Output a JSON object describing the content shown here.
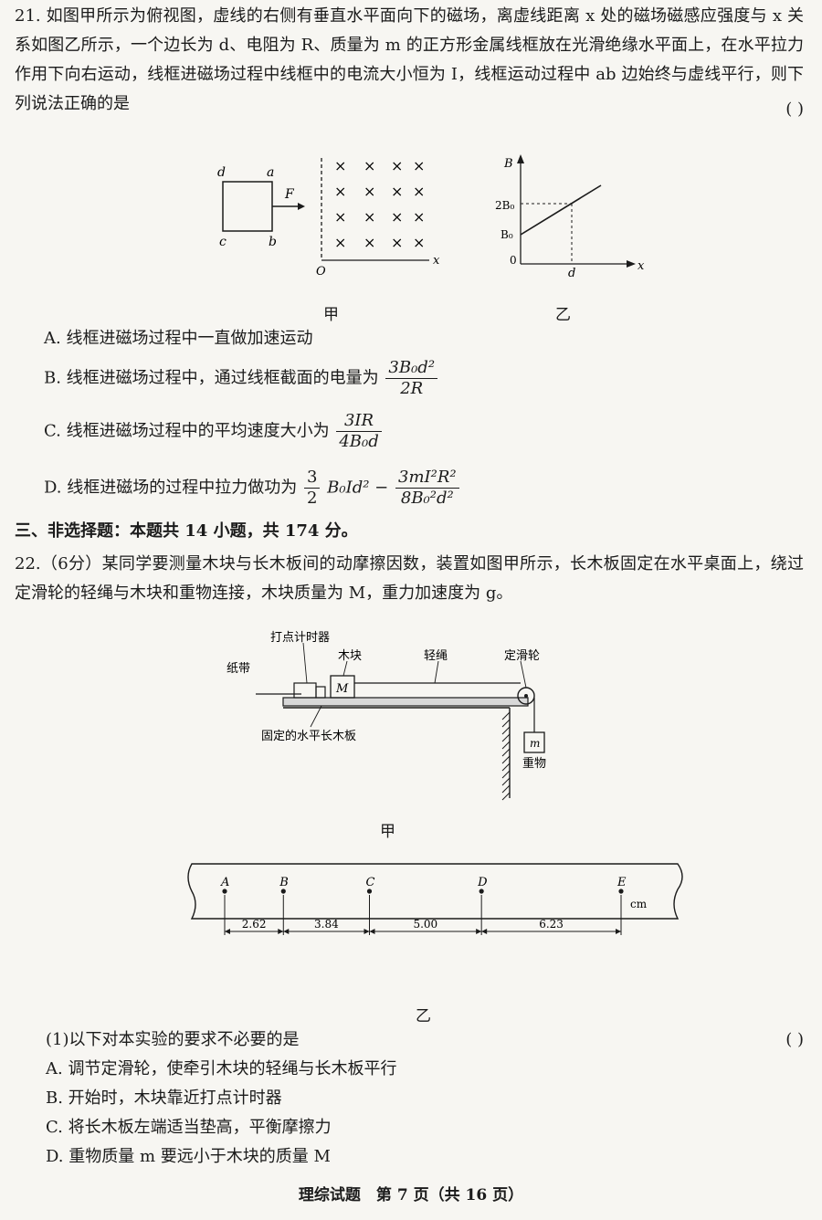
{
  "q21": {
    "text": "21. 如图甲所示为俯视图，虚线的右侧有垂直水平面向下的磁场，离虚线距离 x 处的磁场磁感应强度与 x 关系如图乙所示，一个边长为 d、电阻为 R、质量为 m 的正方形金属线框放在光滑绝缘水平面上，在水平拉力作用下向右运动，线框进磁场过程中线框中的电流大小恒为 I，线框运动过程中 ab 边始终与虚线平行，则下列说法正确的是",
    "bracket": "(      )",
    "fig_jia": {
      "corner_d": "d",
      "corner_a": "a",
      "corner_c": "c",
      "corner_b": "b",
      "force": "F",
      "origin": "O",
      "axis_x": "x",
      "field_mark": "×",
      "caption": "甲"
    },
    "fig_yi": {
      "axis_y": "B",
      "tick_2b0": "2B₀",
      "tick_b0": "B₀",
      "origin": "0",
      "tick_d": "d",
      "axis_x": "x",
      "caption": "乙"
    },
    "options": {
      "A": "A. 线框进磁场过程中一直做加速运动",
      "B_prefix": "B. 线框进磁场过程中，通过线框截面的电量为",
      "B_num": "3B₀d²",
      "B_den": "2R",
      "C_prefix": "C. 线框进磁场过程中的平均速度大小为",
      "C_num": "3IR",
      "C_den": "4B₀d",
      "D_prefix": "D. 线框进磁场的过程中拉力做功为",
      "D_f1_num": "3",
      "D_f1_den": "2",
      "D_mid": "B₀Id² −",
      "D_f2_num": "3mI²R²",
      "D_f2_den": "8B₀²d²"
    }
  },
  "section3": "三、非选择题：本题共 14 小题，共 174 分。",
  "q22": {
    "text": "22.（6分）某同学要测量木块与长木板间的动摩擦因数，装置如图甲所示，长木板固定在水平桌面上，绕过定滑轮的轻绳与木块和重物连接，木块质量为 M，重力加速度为 g。",
    "apparatus": {
      "timer": "打点计时器",
      "tape": "纸带",
      "block": "木块",
      "block_mass": "M",
      "rope": "轻绳",
      "pulley": "定滑轮",
      "board": "固定的水平长木板",
      "weight": "重物",
      "weight_mass": "m",
      "caption": "甲"
    },
    "tape_fig": {
      "points": [
        "A",
        "B",
        "C",
        "D",
        "E"
      ],
      "segments": [
        "2.62",
        "3.84",
        "5.00",
        "6.23"
      ],
      "unit": "cm",
      "caption": "乙"
    },
    "sub1": "(1)以下对本实验的要求不必要的是",
    "sub1_bracket": "(      )",
    "sub1_options": [
      "A. 调节定滑轮，使牵引木块的轻绳与长木板平行",
      "B. 开始时，木块靠近打点计时器",
      "C. 将长木板左端适当垫高，平衡摩擦力",
      "D. 重物质量 m 要远小于木块的质量 M"
    ]
  },
  "footer": "理综试题　第 7 页（共 16 页）"
}
